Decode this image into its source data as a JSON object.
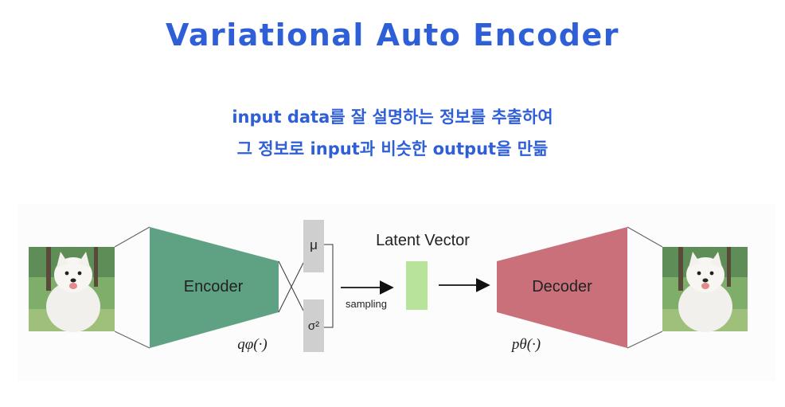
{
  "title": "Variational Auto Encoder",
  "subtitle": {
    "line1": "input data를 잘 설명하는 정보를 추출하여",
    "line2": "그 정보로 input과 비슷한 output을 만듦"
  },
  "diagram": {
    "encoder_label": "Encoder",
    "decoder_label": "Decoder",
    "mu_label": "μ",
    "sigma_label": "σ²",
    "sampling_label": "sampling",
    "latent_label": "Latent Vector",
    "q_phi": "qφ(·)",
    "p_theta": "pθ(·)",
    "colors": {
      "encoder": "#5fa283",
      "decoder": "#c9707b",
      "latent": "#b7e39a",
      "param_box": "#cfcfcf"
    },
    "images": {
      "input": "dog-photo",
      "output": "dog-photo"
    }
  }
}
